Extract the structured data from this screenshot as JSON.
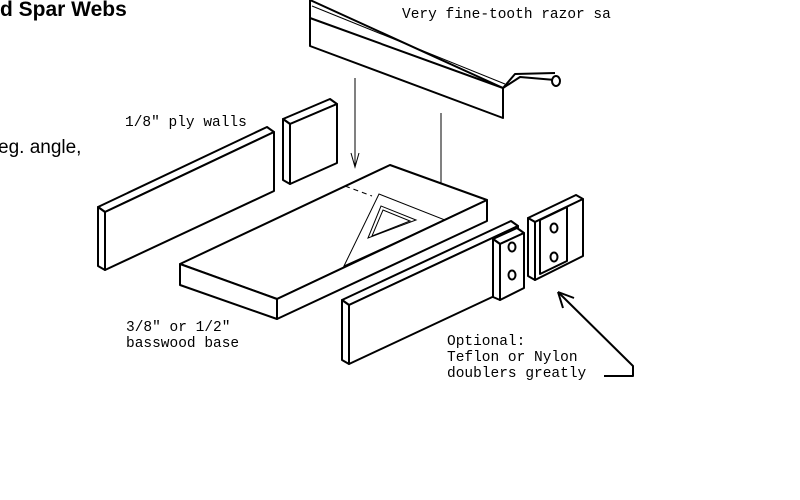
{
  "labels": {
    "title": "d Spar Webs",
    "angle_text": "eg. angle,",
    "saw": "Very fine-tooth razor sa",
    "walls": "1/8\" ply walls",
    "base_line1": "3/8\" or 1/2\"",
    "base_line2": "basswood base",
    "optional_line1": "Optional:",
    "optional_line2": "Teflon or Nylon",
    "optional_line3": "doublers greatly"
  }
}
